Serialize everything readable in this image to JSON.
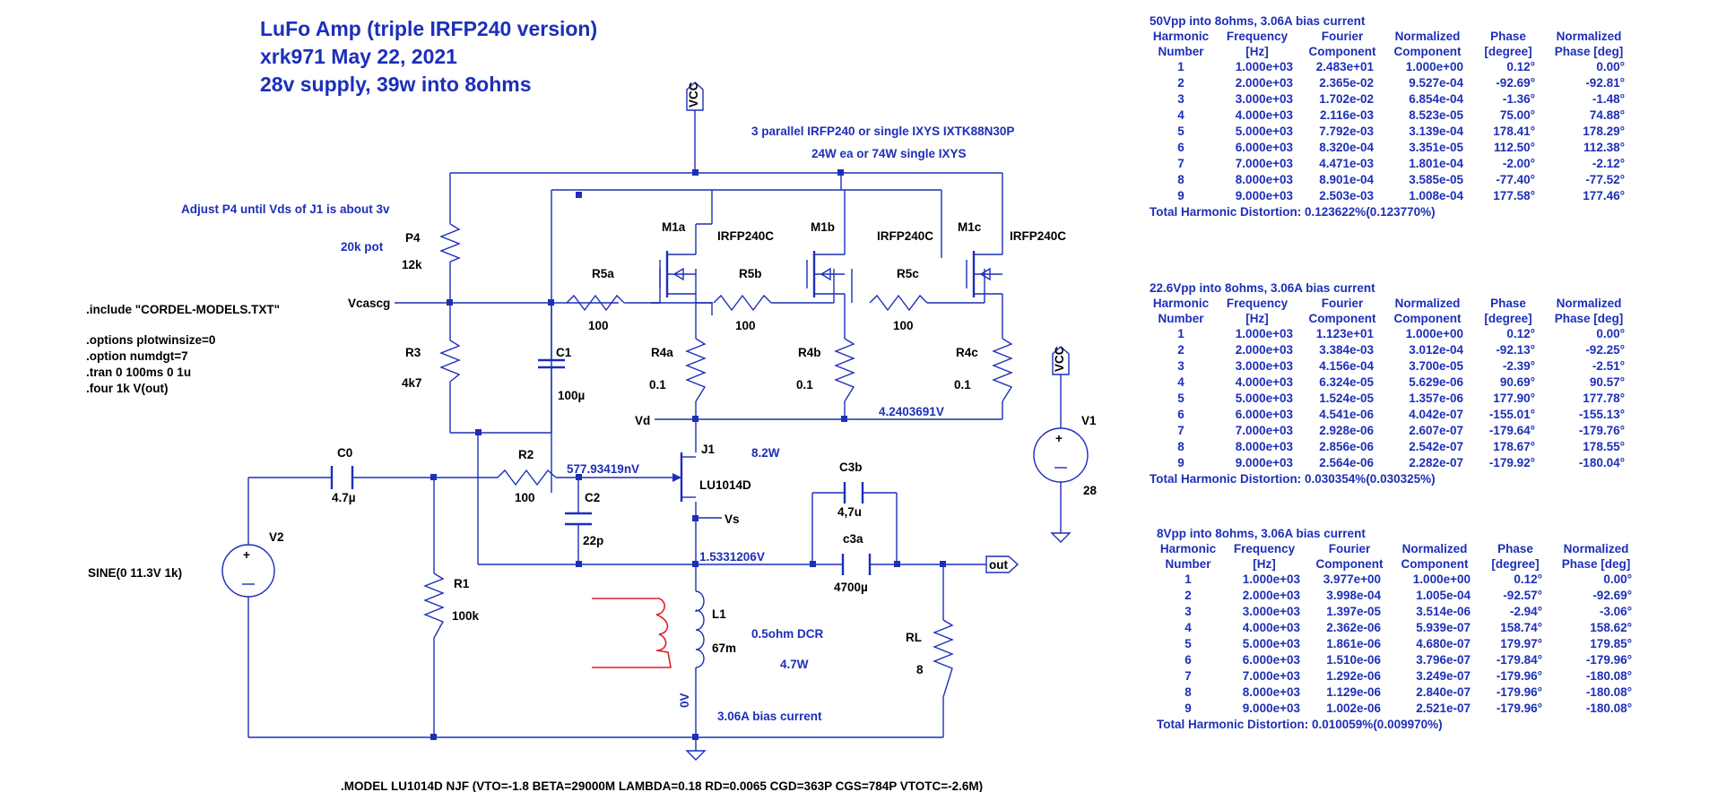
{
  "title": {
    "line1": "LuFo Amp (triple IRFP240 version)",
    "line2": "xrk971  May 22, 2021",
    "line3": "28v supply, 39w into 8ohms"
  },
  "notes": {
    "parallel": "3 parallel IRFP240 or single IXYS IXTK88N30P",
    "power": "24W ea or 74W single IXYS",
    "adjust": "Adjust P4 until Vds of J1 is about 3v",
    "pot": "20k pot",
    "include": ".include \"CORDEL-MODELS.TXT\"",
    "opt1": ".options plotwinsize=0",
    "opt2": ".option numdgt=7",
    "tran": ".tran 0 100ms 0 1u",
    "four": ".four 1k V(out)",
    "model": ".MODEL LU1014D NJF (VTO=-1.8 BETA=29000M LAMBDA=0.18 RD=0.0065 CGD=363P CGS=784P VTOTC=-2.6M)",
    "dcr": "0.5ohm DCR",
    "l1_power": "4.7W",
    "j1_power": "8.2W",
    "bias": "3.06A bias current"
  },
  "components": {
    "p4_name": "P4",
    "p4_value": "12k",
    "r3_name": "R3",
    "r3_value": "4k7",
    "c1_name": "C1",
    "c1_value": "100µ",
    "r5a_name": "R5a",
    "r5a_value": "100",
    "r5b_name": "R5b",
    "r5b_value": "100",
    "r5c_name": "R5c",
    "r5c_value": "100",
    "m1a_name": "M1a",
    "m1a_value": "IRFP240C",
    "m1b_name": "M1b",
    "m1b_value": "IRFP240C",
    "m1c_name": "M1c",
    "m1c_value": "IRFP240C",
    "r4a_name": "R4a",
    "r4a_value": "0.1",
    "r4b_name": "R4b",
    "r4b_value": "0.1",
    "r4c_name": "R4c",
    "r4c_value": "0.1",
    "c0_name": "C0",
    "c0_value": "4.7µ",
    "r2_name": "R2",
    "r2_value": "100",
    "c2_name": "C2",
    "c2_value": "22p",
    "j1_name": "J1",
    "j1_value": "LU1014D",
    "c3b_name": "C3b",
    "c3b_value": "4,7u",
    "c3a_name": "c3a",
    "c3a_value": "4700µ",
    "r1_name": "R1",
    "r1_value": "100k",
    "l1_name": "L1",
    "l1_value": "67m",
    "rl_name": "RL",
    "rl_value": "8",
    "v1_name": "V1",
    "v1_value": "28",
    "v2_name": "V2",
    "v2_value": "SINE(0 11.3V 1k)"
  },
  "nets": {
    "vcc": "VCC",
    "vcascg": "Vcascg",
    "vd": "Vd",
    "vs": "Vs",
    "out": "out",
    "gnd": "0V"
  },
  "probes": {
    "vd_voltage": "4.2403691V",
    "gate_voltage": "577.93419nV",
    "source_voltage": "1.5331206V"
  },
  "fourier_tables": [
    {
      "caption": "50Vpp into 8ohms, 3.06A bias current",
      "headers_top": [
        "Harmonic",
        "Frequency",
        "Fourier",
        "Normalized",
        "Phase",
        "Normalized"
      ],
      "headers_bottom": [
        "Number",
        "[Hz]",
        "Component",
        "Component",
        "[degree]",
        "Phase [deg]"
      ],
      "rows": [
        [
          "1",
          "1.000e+03",
          "2.483e+01",
          "1.000e+00",
          "0.12°",
          "0.00°"
        ],
        [
          "2",
          "2.000e+03",
          "2.365e-02",
          "9.527e-04",
          "-92.69°",
          "-92.81°"
        ],
        [
          "3",
          "3.000e+03",
          "1.702e-02",
          "6.854e-04",
          "-1.36°",
          "-1.48°"
        ],
        [
          "4",
          "4.000e+03",
          "2.116e-03",
          "8.523e-05",
          "75.00°",
          "74.88°"
        ],
        [
          "5",
          "5.000e+03",
          "7.792e-03",
          "3.139e-04",
          "178.41°",
          "178.29°"
        ],
        [
          "6",
          "6.000e+03",
          "8.320e-04",
          "3.351e-05",
          "112.50°",
          "112.38°"
        ],
        [
          "7",
          "7.000e+03",
          "4.471e-03",
          "1.801e-04",
          "-2.00°",
          "-2.12°"
        ],
        [
          "8",
          "8.000e+03",
          "8.901e-04",
          "3.585e-05",
          "-77.40°",
          "-77.52°"
        ],
        [
          "9",
          "9.000e+03",
          "2.503e-03",
          "1.008e-04",
          "177.58°",
          "177.46°"
        ]
      ],
      "thd": "Total Harmonic Distortion: 0.123622%(0.123770%)"
    },
    {
      "caption": "22.6Vpp into 8ohms, 3.06A bias current",
      "headers_top": [
        "Harmonic",
        "Frequency",
        "Fourier",
        "Normalized",
        "Phase",
        "Normalized"
      ],
      "headers_bottom": [
        "Number",
        "[Hz]",
        "Component",
        "Component",
        "[degree]",
        "Phase [deg]"
      ],
      "rows": [
        [
          "1",
          "1.000e+03",
          "1.123e+01",
          "1.000e+00",
          "0.12°",
          "0.00°"
        ],
        [
          "2",
          "2.000e+03",
          "3.384e-03",
          "3.012e-04",
          "-92.13°",
          "-92.25°"
        ],
        [
          "3",
          "3.000e+03",
          "4.156e-04",
          "3.700e-05",
          "-2.39°",
          "-2.51°"
        ],
        [
          "4",
          "4.000e+03",
          "6.324e-05",
          "5.629e-06",
          "90.69°",
          "90.57°"
        ],
        [
          "5",
          "5.000e+03",
          "1.524e-05",
          "1.357e-06",
          "177.90°",
          "177.78°"
        ],
        [
          "6",
          "6.000e+03",
          "4.541e-06",
          "4.042e-07",
          "-155.01°",
          "-155.13°"
        ],
        [
          "7",
          "7.000e+03",
          "2.928e-06",
          "2.607e-07",
          "-179.64°",
          "-179.76°"
        ],
        [
          "8",
          "8.000e+03",
          "2.856e-06",
          "2.542e-07",
          "178.67°",
          "178.55°"
        ],
        [
          "9",
          "9.000e+03",
          "2.564e-06",
          "2.282e-07",
          "-179.92°",
          "-180.04°"
        ]
      ],
      "thd": "Total Harmonic Distortion: 0.030354%(0.030325%)"
    },
    {
      "caption": "8Vpp into 8ohms, 3.06A bias current",
      "headers_top": [
        "Harmonic",
        "Frequency",
        "Fourier",
        "Normalized",
        "Phase",
        "Normalized"
      ],
      "headers_bottom": [
        "Number",
        "[Hz]",
        "Component",
        "Component",
        "[degree]",
        "Phase [deg]"
      ],
      "rows": [
        [
          "1",
          "1.000e+03",
          "3.977e+00",
          "1.000e+00",
          "0.12°",
          "0.00°"
        ],
        [
          "2",
          "2.000e+03",
          "3.998e-04",
          "1.005e-04",
          "-92.57°",
          "-92.69°"
        ],
        [
          "3",
          "3.000e+03",
          "1.397e-05",
          "3.514e-06",
          "-2.94°",
          "-3.06°"
        ],
        [
          "4",
          "4.000e+03",
          "2.362e-06",
          "5.939e-07",
          "158.74°",
          "158.62°"
        ],
        [
          "5",
          "5.000e+03",
          "1.861e-06",
          "4.680e-07",
          "179.97°",
          "179.85°"
        ],
        [
          "6",
          "6.000e+03",
          "1.510e-06",
          "3.796e-07",
          "-179.84°",
          "-179.96°"
        ],
        [
          "7",
          "7.000e+03",
          "1.292e-06",
          "3.249e-07",
          "-179.96°",
          "-180.08°"
        ],
        [
          "8",
          "8.000e+03",
          "1.129e-06",
          "2.840e-07",
          "-179.96°",
          "-180.08°"
        ],
        [
          "9",
          "9.000e+03",
          "1.002e-06",
          "2.521e-07",
          "-179.96°",
          "-180.08°"
        ]
      ],
      "thd": "Total Harmonic Distortion: 0.010059%(0.009970%)"
    }
  ],
  "colors": {
    "wire": "#1c2fb8",
    "annotation": "#1c2fb8",
    "label": "#000000",
    "markup": "#e0202a"
  }
}
